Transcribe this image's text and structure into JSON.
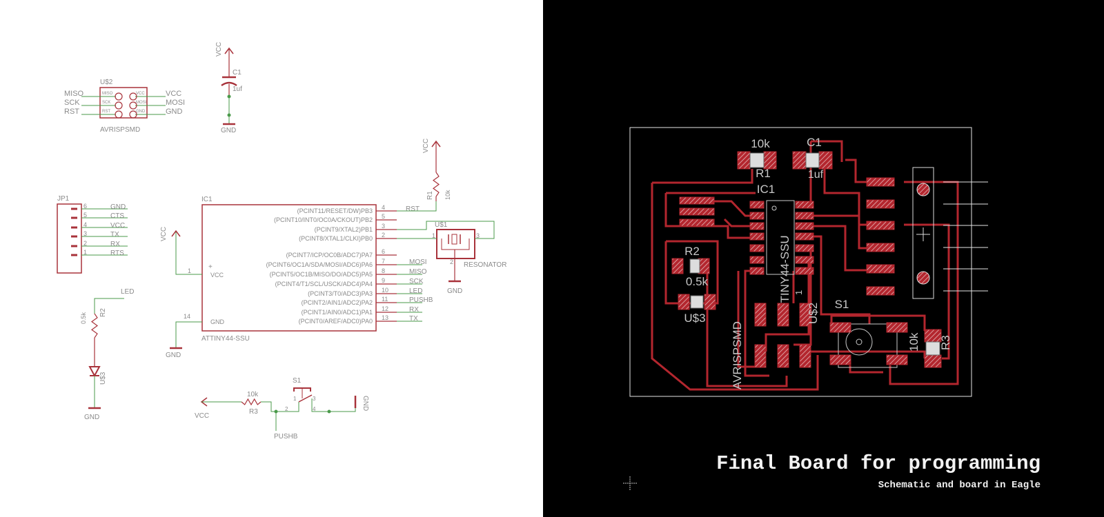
{
  "schematic": {
    "u2": {
      "ref": "U$2",
      "value": "AVRISPSMD",
      "left_nets": [
        "MISO",
        "SCK",
        "RST"
      ],
      "right_nets": [
        "VCC",
        "MOSI",
        "GND"
      ],
      "left_pins": [
        "MISO",
        "SCK",
        "RST"
      ],
      "right_pins": [
        "VCC",
        "MOSI",
        "GND"
      ]
    },
    "c1": {
      "ref": "C1",
      "value": "1uf",
      "supply": "VCC",
      "ground": "GND"
    },
    "r1": {
      "ref": "R1",
      "value": "10k",
      "supply": "VCC"
    },
    "ic1": {
      "ref": "IC1",
      "value": "ATTINY44-SSU",
      "pins_right": [
        {
          "name": "(PCINT11/RESET/DW)PB3",
          "num": "4",
          "net": "RST"
        },
        {
          "name": "(PCINT10/INT0/OC0A/CKOUT)PB2",
          "num": "5",
          "net": ""
        },
        {
          "name": "(PCINT9/XTAL2)PB1",
          "num": "3",
          "net": ""
        },
        {
          "name": "(PCINT8/XTAL1/CLKI)PB0",
          "num": "2",
          "net": ""
        },
        {
          "name": "(PCINT7/ICP/OC0B/ADC7)PA7",
          "num": "6",
          "net": ""
        },
        {
          "name": "(PCINT6/OC1A/SDA/MOSI/ADC6)PA6",
          "num": "7",
          "net": "MOSI"
        },
        {
          "name": "(PCINT5/OC1B/MISO/DO/ADC5)PA5",
          "num": "8",
          "net": "MISO"
        },
        {
          "name": "(PCINT4/T1/SCL/USCK/ADC4)PA4",
          "num": "9",
          "net": "SCK"
        },
        {
          "name": "(PCINT3/T0/ADC3)PA3",
          "num": "10",
          "net": "LED"
        },
        {
          "name": "(PCINT2/AIN1/ADC2)PA2",
          "num": "11",
          "net": "PUSHB"
        },
        {
          "name": "(PCINT1/AIN0/ADC1)PA1",
          "num": "12",
          "net": "RX"
        },
        {
          "name": "(PCINT0/AREF/ADC0)PA0",
          "num": "13",
          "net": "TX"
        }
      ],
      "vcc_pin": {
        "num": "1",
        "name": "VCC",
        "mark": "+"
      },
      "gnd_pin": {
        "num": "14",
        "name": "GND"
      },
      "vcc_supply": "VCC",
      "ground": "GND"
    },
    "u1": {
      "ref": "U$1",
      "value": "RESONATOR",
      "pins": [
        "1",
        "2",
        "3"
      ],
      "ground": "GND"
    },
    "jp1": {
      "ref": "JP1",
      "pins": [
        {
          "num": "6",
          "net": "GND"
        },
        {
          "num": "5",
          "net": "CTS"
        },
        {
          "num": "4",
          "net": "VCC"
        },
        {
          "num": "3",
          "net": "TX"
        },
        {
          "num": "2",
          "net": "RX"
        },
        {
          "num": "1",
          "net": "RTS"
        }
      ]
    },
    "led": {
      "net": "LED",
      "r2_ref": "R2",
      "r2_value": "0.5k",
      "ref": "U$3",
      "ground": "GND"
    },
    "s1": {
      "ref": "S1",
      "supply": "VCC",
      "r3_ref": "R3",
      "r3_value": "10k",
      "pins": [
        "1",
        "2",
        "3",
        "4"
      ],
      "net": "PUSHB",
      "ground": "GND"
    }
  },
  "board": {
    "r1_value": "10k",
    "r1_ref": "R1",
    "c1_ref": "C1",
    "c1_value": "1uf",
    "ic1_ref": "IC1",
    "ic1_value": "ATTINY44-SSU",
    "r2_ref": "R2",
    "r2_value": "0.5k",
    "u3_ref": "U$3",
    "u2_value": "AVRISPSMD",
    "u2_ref": "U$2",
    "u2_pin1": "1",
    "s1_ref": "S1",
    "r3_value": "10k",
    "r3_ref": "R3"
  },
  "caption": {
    "title": "Final Board for programming",
    "subtitle": "Schematic and board in Eagle"
  },
  "colors": {
    "symbol": "#a8323a",
    "wire": "#4a9a4a",
    "trace": "#b3262e",
    "outline": "#e6e6e6",
    "schematic_bg": "#ffffff",
    "board_bg": "#000000"
  }
}
